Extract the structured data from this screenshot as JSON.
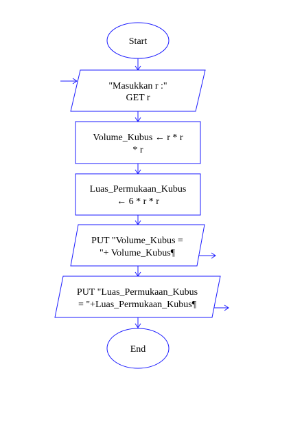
{
  "flowchart": {
    "start": "Start",
    "input": {
      "line1": "\"Masukkan r :\"",
      "line2": "GET r"
    },
    "volume": {
      "line1": "Volume_Kubus ← r  *  r",
      "line2": "*  r"
    },
    "luas": {
      "line1": "Luas_Permukaan_Kubus",
      "line2": "← 6  *  r  *  r"
    },
    "output1": {
      "line1": "PUT \"Volume_Kubus =",
      "line2": "\"+ Volume_Kubus¶"
    },
    "output2": {
      "line1": "PUT \"Luas_Permukaan_Kubus",
      "line2": "= \"+Luas_Permukaan_Kubus¶"
    },
    "end": "End"
  },
  "colors": {
    "stroke": "#1a1aff",
    "text": "#000000",
    "background": "#ffffff"
  }
}
